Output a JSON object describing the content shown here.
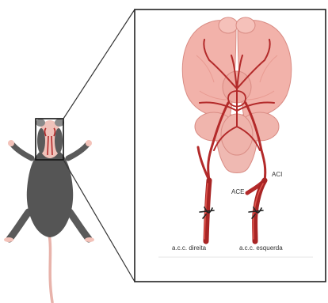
{
  "labels": {
    "aci": "ACI",
    "ace": "ACE",
    "acc_right": "a.c.c. direita",
    "acc_left": "a.c.c. esquerda"
  },
  "colors": {
    "artery": "#b32a2a",
    "artery_highlight": "#e0564d",
    "brain": "#f2b2aa",
    "brain_edge": "#d98c84",
    "mouse_body": "#555555",
    "mouse_skin": "#f3c2b9",
    "frame": "#222222"
  }
}
